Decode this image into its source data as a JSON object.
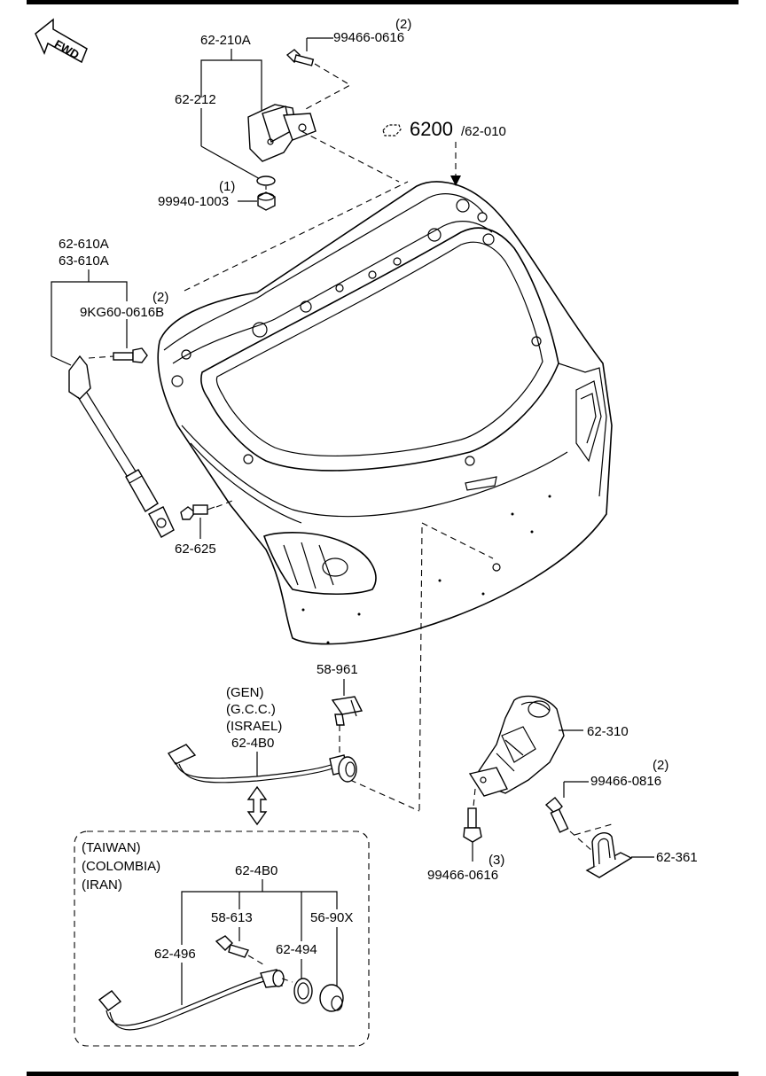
{
  "diagram": {
    "fwd_label": "FWD",
    "assembly": {
      "main": "6200",
      "sub": "/62-010"
    },
    "hinge": {
      "group": "62-210A",
      "part": "62-212"
    },
    "bolt_top": {
      "qty": "(2)",
      "part": "99466-0616"
    },
    "nut": {
      "qty": "(1)",
      "part": "99940-1003"
    },
    "strut": {
      "part_a": "62-610A",
      "part_b": "63-610A"
    },
    "strut_bolt": {
      "qty": "(2)",
      "part": "9KG60-0616B"
    },
    "stud": "62-625",
    "clip": "58-961",
    "harness_gen": {
      "markets": [
        "(GEN)",
        "(G.C.C.)",
        "(ISRAEL)"
      ],
      "part": "62-4B0"
    },
    "latch": "62-310",
    "latch_bolt_right": {
      "qty": "(2)",
      "part": "99466-0816"
    },
    "latch_bolt_lower": {
      "qty": "(3)",
      "part": "99466-0616"
    },
    "striker": "62-361",
    "variant_box": {
      "markets": [
        "(TAIWAN)",
        "(COLOMBIA)",
        "(IRAN)"
      ],
      "group": "62-4B0",
      "parts": {
        "clip_bolt": "58-613",
        "wire": "62-496",
        "grommet": "62-494",
        "cap": "56-90X"
      }
    }
  }
}
